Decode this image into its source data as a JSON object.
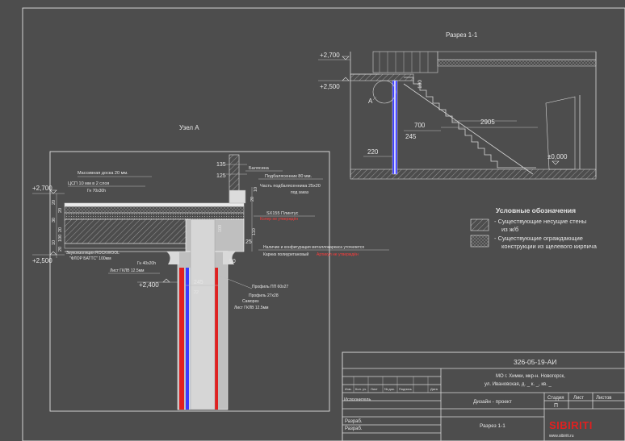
{
  "section": {
    "title": "Разрез 1-1",
    "levels": [
      "+2,700",
      "+2,500",
      "±0,000"
    ],
    "dims": [
      "100",
      "700",
      "2905",
      "245",
      "220"
    ],
    "callout": "А"
  },
  "node": {
    "title": "Узел А",
    "levels": [
      "+2,700",
      "+2,500",
      "+2,400"
    ],
    "left_dims": [
      "20",
      "20",
      "30",
      "20",
      "100",
      "10",
      "20"
    ],
    "top_dims": [
      "135",
      "125"
    ],
    "right_dims": [
      "10",
      "20",
      "110",
      "25",
      "90"
    ],
    "slab_dim": "100",
    "wall_dims": [
      "245",
      "22"
    ],
    "labels_left": {
      "massive_board": "Массивная доска 20 мм.",
      "csp": "ЦСП 10 мм в 2 слоя",
      "gn1": "Гн 70х30h",
      "soundproof1": "Звукоизоляция ROCKWOOL",
      "soundproof2": "\"ФЛОР БАТТС\" 100мм",
      "gn2": "Гн 40х20h",
      "gklv": "Лист ГКЛВ 12.5мм"
    },
    "labels_right": {
      "baluster": "Балясина",
      "stringer1": "Подбалясенник  80 мм.",
      "stringer2": "Часть подбалясенника 25х20",
      "stringer3": "под заказ",
      "plinth": "SX155 Плинтус",
      "plinth_note": "Колер не утверждён",
      "note1": "Наличие и конфигурация металлокаркаса уточняется",
      "note2": "Карниз полиуретановый",
      "note2_red": "Артикул не утверждён",
      "profile1": "Профиль ПП 60х27",
      "profile2": "Профиль 27х28",
      "screw": "Саморез",
      "gklv2": "Лист ГКЛВ 12.5мм"
    }
  },
  "legend": {
    "title": "Условные обозначения",
    "item1_line1": "- Существующие несущие стены",
    "item1_line2": "из ж/б",
    "item2_line1": "- Существующие ограждающие",
    "item2_line2": "конструкции из щелевого кирпича"
  },
  "stamp": {
    "code": "326-05-19-АИ",
    "address1": "МО  г. Химки, мкр-н. Новогорск,",
    "address2": "ул. Ивановская, д. _ к. _, кв. _",
    "head_cols": [
      "Изм.",
      "Кол. уч.",
      "Лист",
      "№ док.",
      "Подпись",
      "Дата"
    ],
    "executor": "Исполнитель",
    "project": "Дизайн - проект",
    "stage_col": "Стадия",
    "sheet_col": "Лист",
    "sheets_col": "Листов",
    "stage": "П",
    "drawing": "Разрез 1-1",
    "dev1": "Разраб.",
    "dev2": "Разраб.",
    "brand": "SIBIRITI",
    "site": "www.sibiriti.ru"
  },
  "colors": {
    "background": "#4d4d4d",
    "lines": "#d8d8d8",
    "accent_red": "#e02020",
    "accent_blue": "#3a3aff",
    "wall_fill": "#bfbfbf"
  }
}
